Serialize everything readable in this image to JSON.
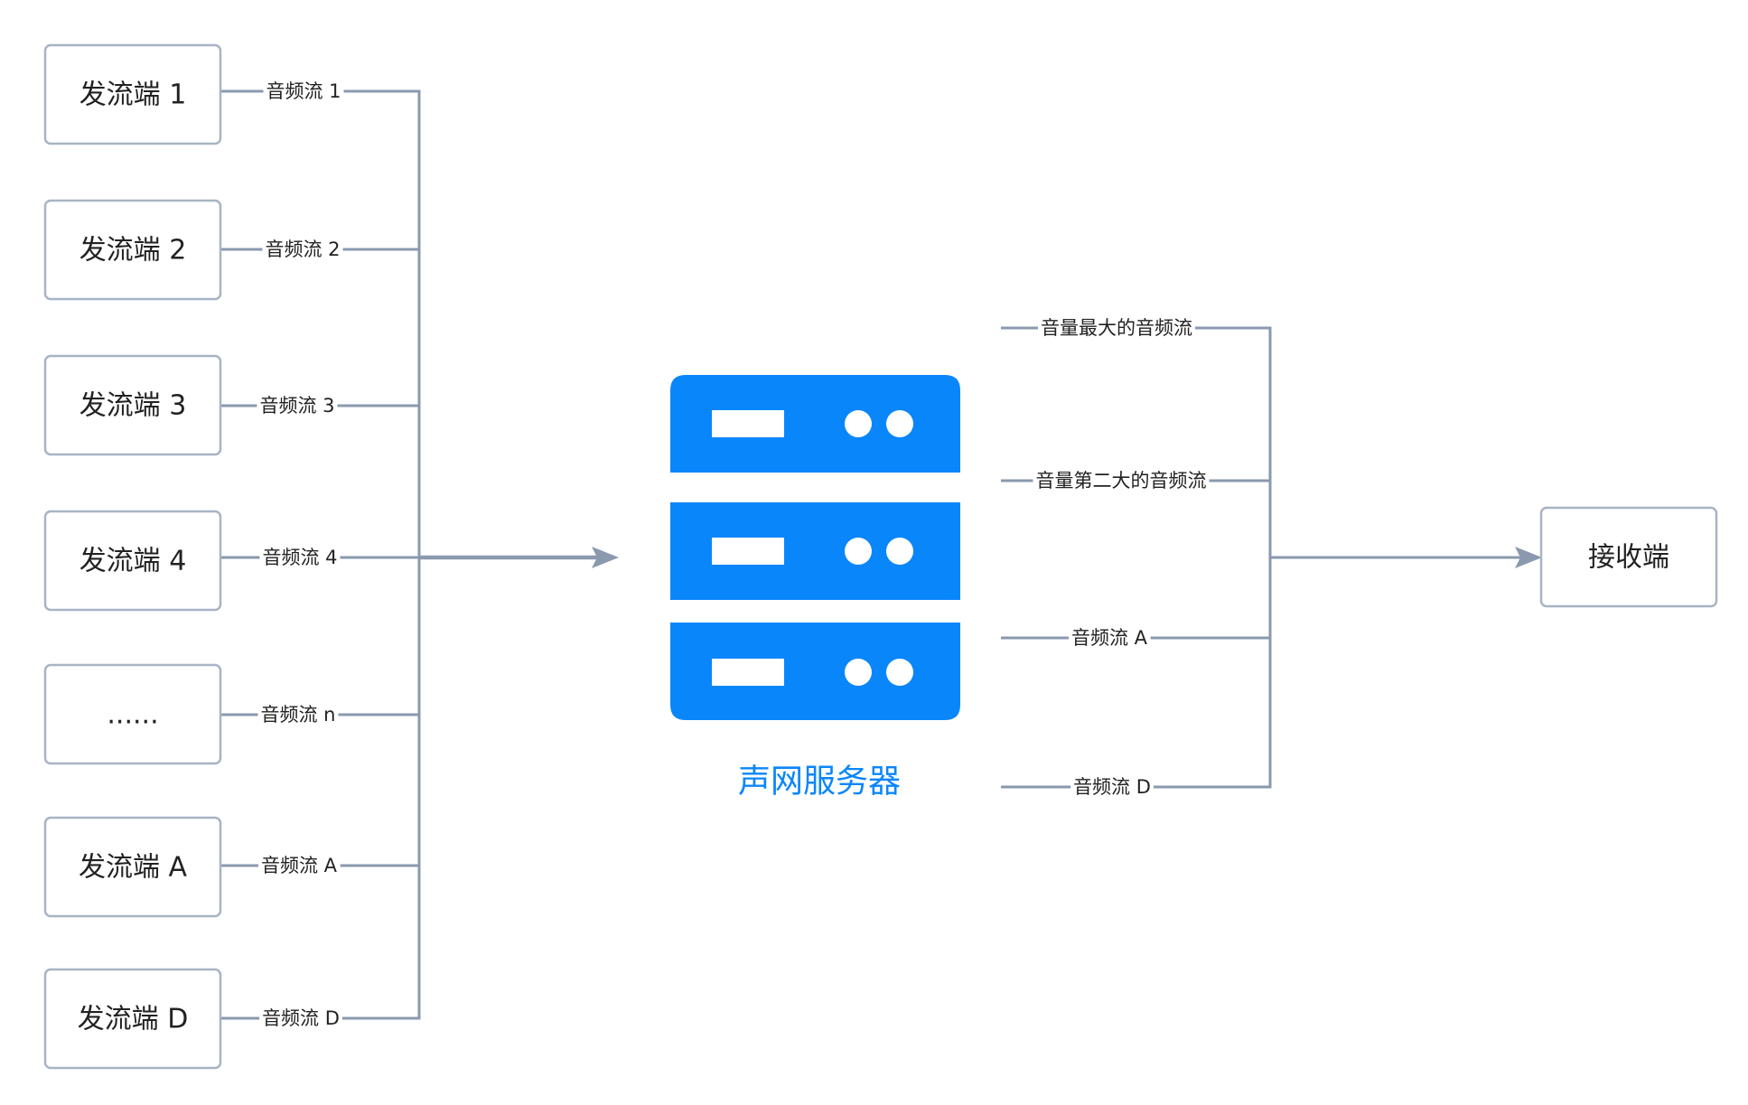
{
  "senders": [
    {
      "label": "发流端 1",
      "stream": "音频流 1"
    },
    {
      "label": "发流端 2",
      "stream": "音频流 2"
    },
    {
      "label": "发流端 3",
      "stream": "音频流 3"
    },
    {
      "label": "发流端 4",
      "stream": "音频流 4"
    },
    {
      "label": "......",
      "stream": "音频流 n"
    },
    {
      "label": "发流端 A",
      "stream": "音频流 A"
    },
    {
      "label": "发流端 D",
      "stream": "音频流 D"
    }
  ],
  "server": {
    "label": "声网服务器",
    "icon": "server-icon"
  },
  "outputs": [
    {
      "stream": "音量最大的音频流"
    },
    {
      "stream": "音量第二大的音频流"
    },
    {
      "stream": "音频流 A"
    },
    {
      "stream": "音频流 D"
    }
  ],
  "receiver": {
    "label": "接收端"
  },
  "colors": {
    "connector": "#8a99ae",
    "box_border": "#a8b4c4",
    "server": "#0a86fb",
    "text": "#222222"
  }
}
